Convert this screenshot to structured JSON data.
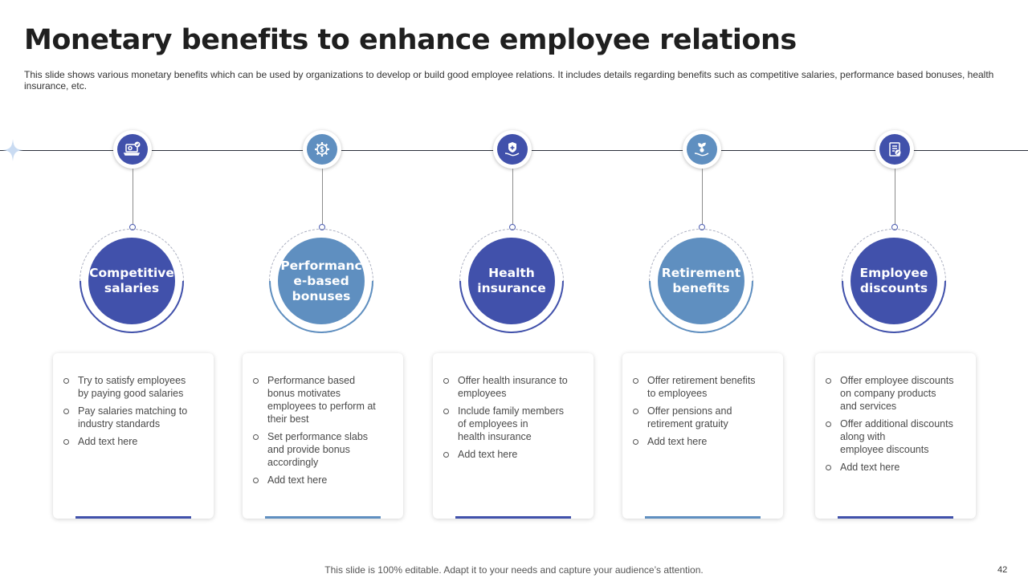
{
  "slide": {
    "title": "Monetary benefits to enhance employee relations",
    "subtitle": "This slide shows various monetary benefits which can be used by organizations to develop or build good employee relations. It includes details regarding benefits such as competitive salaries, performance based bonuses, health insurance, etc.",
    "footer": "This slide is 100% editable. Adapt it to your needs and capture your audience’s attention.",
    "page_number": "42"
  },
  "colors": {
    "dark_blue": "#4151ab",
    "light_blue": "#5f8fc0"
  },
  "benefits": [
    {
      "icon": "laptop-salary-icon",
      "label": "Competitive salaries",
      "tone": "dark",
      "bullets": [
        "Try to satisfy employees\nby paying good salaries",
        "Pay salaries matching to\nindustry standards",
        "Add text here"
      ]
    },
    {
      "icon": "gear-dollar-icon",
      "label": "Performanc\ne-based\nbonuses",
      "tone": "light",
      "bullets": [
        "Performance based\nbonus motivates\nemployees to perform at\ntheir best",
        "Set performance slabs\nand provide bonus\naccordingly",
        "Add text here"
      ]
    },
    {
      "icon": "hand-shield-icon",
      "label": "Health\ninsurance",
      "tone": "dark",
      "bullets": [
        "Offer health insurance to\nemployees",
        "Include family members\nof employees in\nhealth insurance",
        "Add text here"
      ]
    },
    {
      "icon": "hand-plant-coin-icon",
      "label": "Retirement\nbenefits",
      "tone": "light",
      "bullets": [
        "Offer retirement benefits\nto employees",
        "Offer pensions and\nretirement gratuity",
        "Add text here"
      ]
    },
    {
      "icon": "discount-receipt-icon",
      "label": "Employee\ndiscounts",
      "tone": "dark",
      "bullets": [
        "Offer employee discounts\non company products\nand services",
        "Offer additional discounts\nalong with\nemployee discounts",
        "Add text here"
      ]
    }
  ]
}
